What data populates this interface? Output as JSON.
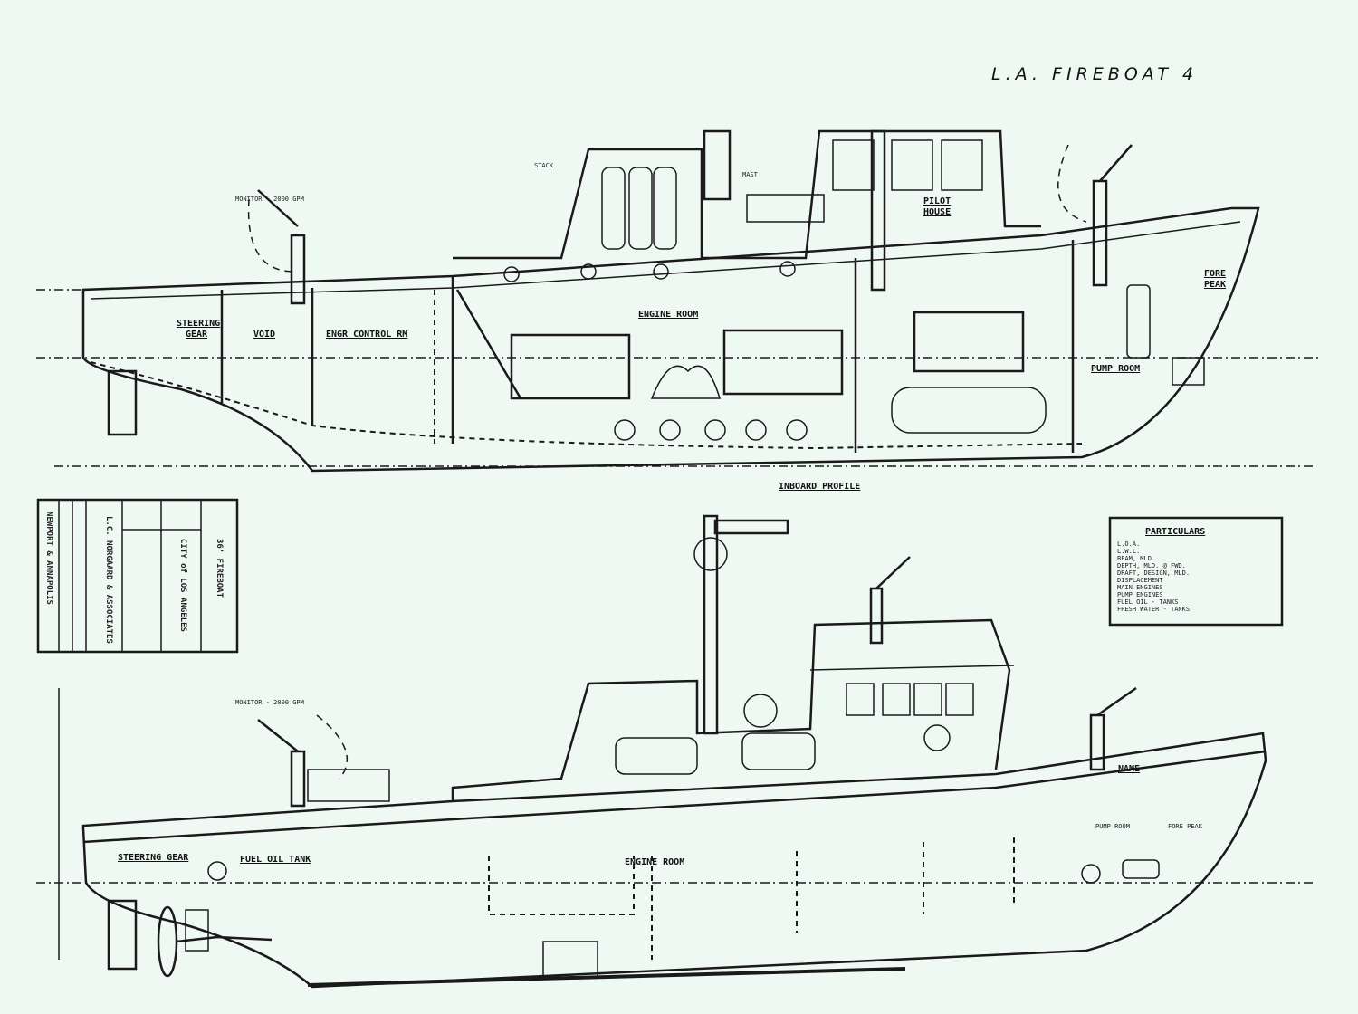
{
  "title": "L.A. FIREBOAT 4",
  "inboard_profile": {
    "caption": "INBOARD PROFILE",
    "labels": {
      "steering_gear_1": "STEERING",
      "steering_gear_2": "GEAR",
      "void": "VOID",
      "engine_control": "ENGR CONTROL RM",
      "engine_room": "ENGINE ROOM",
      "pilot_house_1": "PILOT",
      "pilot_house_2": "HOUSE",
      "fore_peak_1": "FORE",
      "fore_peak_2": "PEAK",
      "pump_room": "PUMP ROOM",
      "monitor": "MONITOR - 2000 GPM",
      "mast": "MAST",
      "stack": "STACK"
    }
  },
  "outboard_profile": {
    "labels": {
      "steering_gear": "STEERING GEAR",
      "fuel_oil_tank": "FUEL OIL TANK",
      "engine_room": "ENGINE ROOM",
      "name": "NAME",
      "pump_room": "PUMP ROOM",
      "fore_peak": "FORE PEAK",
      "monitor": "MONITOR - 2000 GPM"
    }
  },
  "title_block": {
    "firm": "L.C. NORGAARD & ASSOCIATES",
    "client": "CITY of LOS ANGELES",
    "project": "36' FIREBOAT",
    "location": "NEWPORT & ANNAPOLIS"
  },
  "particulars": {
    "heading": "PARTICULARS",
    "rows": [
      "L.O.A.",
      "L.W.L.",
      "BEAM, MLD.",
      "DEPTH, MLD. @ FWD.",
      "DRAFT, DESIGN, MLD.",
      "DISPLACEMENT",
      "MAIN ENGINES",
      "PUMP ENGINES",
      "FUEL OIL - TANKS",
      "FRESH WATER - TANKS"
    ]
  }
}
